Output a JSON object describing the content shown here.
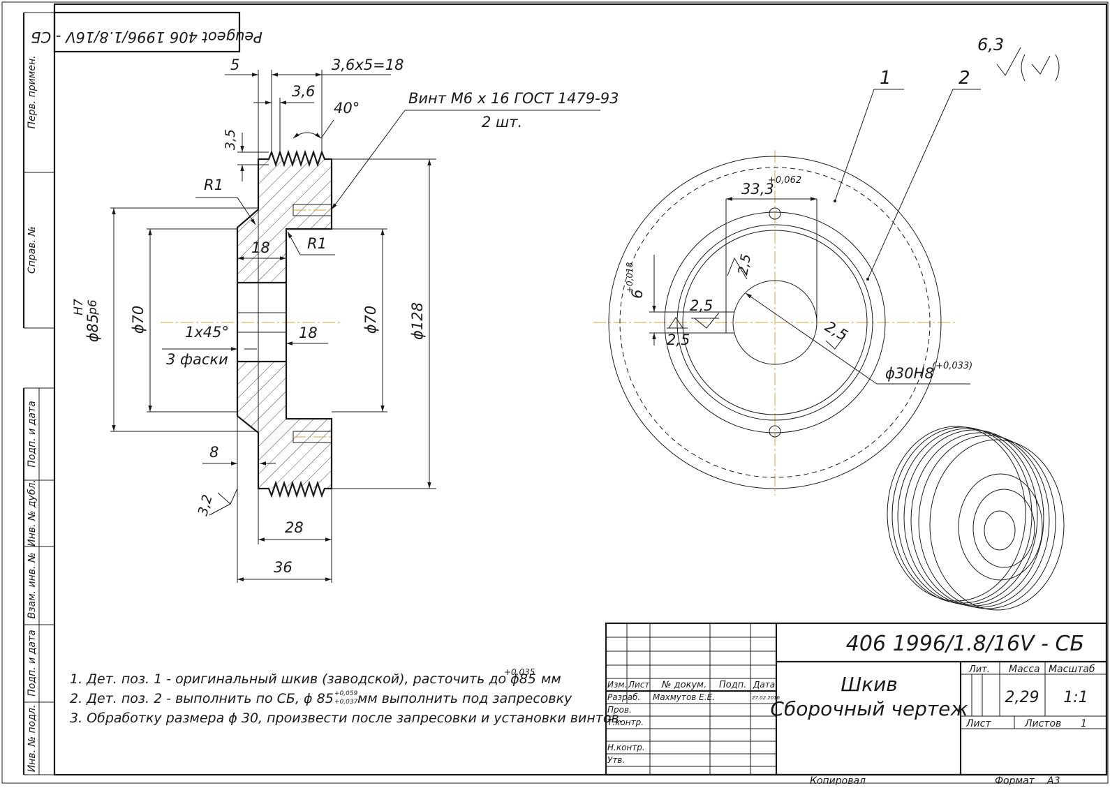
{
  "stamp_top": "Peugeot 406 1996/1.8/16V - СБ",
  "side_strip": [
    "Перв. примен.",
    "Справ. №",
    "Подп. и дата",
    "Инв. № дубл.",
    "Взам. инв. №",
    "Подп. и дата",
    "Инв. № подл."
  ],
  "roughness": {
    "value": "6,3",
    "symbol": "√(√)"
  },
  "section_view": {
    "dims": {
      "d5": "5",
      "pitch": "3,6x5=18",
      "groove": "3,6",
      "angle": "40°",
      "depth": "3,5",
      "screw": "Винт М6 x 16 ГОСТ 1479-93",
      "screw_qty": "2 шт.",
      "r1a": "R1",
      "r1b": "R1",
      "w18a": "18",
      "w18b": "18",
      "fit_d": "ϕ85",
      "fit_h": "H7",
      "fit_p": "p6",
      "d70a": "ϕ70",
      "d70b": "ϕ70",
      "d128": "ϕ128",
      "chamfer": "1x45°",
      "chamfer_note": "3 фаски",
      "d8": "8",
      "rough32": "3,2",
      "w28": "28",
      "w36": "36"
    }
  },
  "front_view": {
    "pos1": "1",
    "pos2": "2",
    "key_w": "33,3",
    "key_w_tol": "+0,062",
    "key_d": "6",
    "key_d_tol": "+0,018",
    "r25a": "2,5",
    "r25b": "2,5",
    "r25c": "2,5",
    "r25d": "2,5",
    "bore": "ϕ30H8",
    "bore_tol": "(+0,033)"
  },
  "notes": [
    "1. Дет. поз. 1 - оригинальный шкив (заводской), расточить до ϕ85",
    "2. Дет. поз. 2 - выполнить по СБ, ϕ 85",
    "3. Обработку размера ϕ 30, произвести после запресовки и установки винтов."
  ],
  "note_extras": {
    "n1_tol": "+0,035",
    "n1_unit": "мм",
    "n2_tol_up": "+0,059",
    "n2_tol_dn": "+0,037",
    "n2_tail": "мм выполнить под запресовку"
  },
  "title_block": {
    "designation": "406 1996/1.8/16V - СБ",
    "name1": "Шкив",
    "name2": "Сборочный чертеж",
    "col_heads": [
      "Изм.",
      "Лист",
      "№ докум.",
      "Подп.",
      "Дата"
    ],
    "rows": [
      "Разраб.",
      "Пров.",
      "Т.контр.",
      "Н.контр.",
      "Утв."
    ],
    "developer": "Махмутов Е.Е.",
    "date": "27.02.2016",
    "lit": "Лит.",
    "mass_h": "Масса",
    "scale_h": "Масштаб",
    "mass": "2,29",
    "scale": "1:1",
    "sheet": "Лист",
    "sheets": "Листов",
    "sheets_n": "1",
    "copied": "Копировал",
    "format": "Формат",
    "format_v": "А3"
  }
}
